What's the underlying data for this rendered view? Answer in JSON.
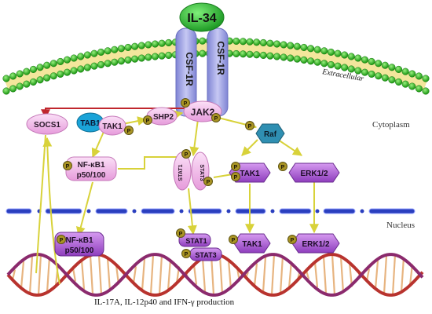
{
  "ligand": "IL-34",
  "receptor": [
    "CSF-1R",
    "CSF-1R"
  ],
  "membrane_label": "Extracellular",
  "compartments": {
    "cytoplasm": "Cytoplasm",
    "nucleus": "Nucleus"
  },
  "phospho_mark": "P",
  "nodes": {
    "socs1": "SOCS1",
    "tab1": "TAB1",
    "tak1_top": "TAK1",
    "shp2": "SHP2",
    "jak2": "JAK2",
    "raf": "Raf",
    "nfkb1_cyto_a": "NF-κB1",
    "nfkb1_cyto_b": "p50/100",
    "stat1_cyto": "STAT1",
    "stat3_cyto": "STAT3",
    "tak1_cyto": "TAK1",
    "erk_cyto": "ERK1/2",
    "nfkb1_nuc_a": "NF-κB1",
    "nfkb1_nuc_b": "p50/100",
    "stat1_nuc": "STAT1",
    "stat3_nuc": "STAT3",
    "tak1_nuc": "TAK1",
    "erk_nuc": "ERK1/2"
  },
  "caption": "IL-17A, IL-12p40 and IFN-γ production",
  "colors": {
    "ligand": "#35c23b",
    "receptor": "#a5a8e6",
    "membrane_bead": "#3fbf2a",
    "pink_node": "#f5b8ec",
    "purple_node": "#b25fd6",
    "blue_node": "#1aa3d8",
    "raf_node": "#2f8fb2",
    "phospho": "#a99424",
    "arrow_yellow": "#d8d23a",
    "arrow_red": "#c0272d",
    "nuclear_band": "#2a3fbf"
  }
}
